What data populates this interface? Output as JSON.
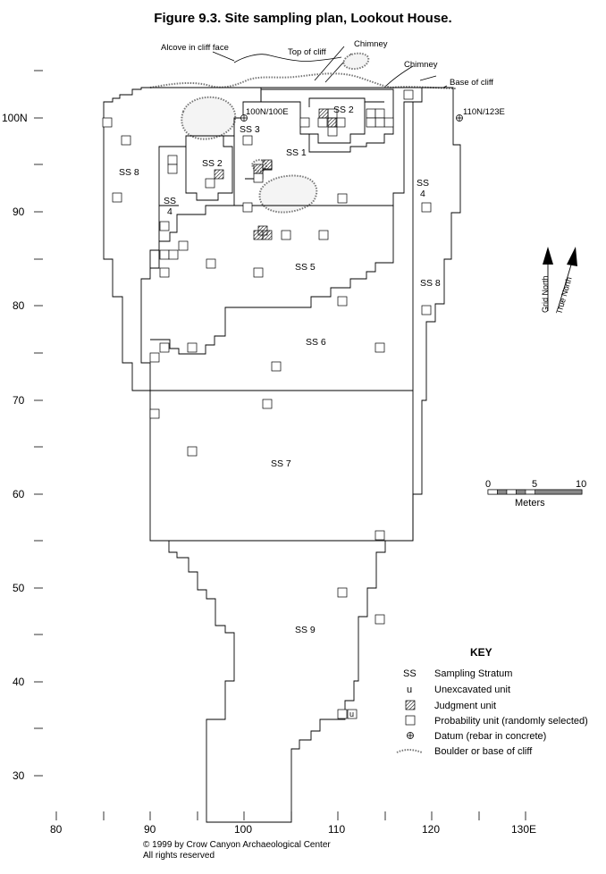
{
  "title": "Figure 9.3.  Site sampling plan, Lookout House.",
  "feature_labels": {
    "alcove": "Alcove in cliff face",
    "top_of_cliff": "Top of cliff",
    "chimney_1": "Chimney",
    "chimney_2": "Chimney",
    "base_of_cliff": "Base of cliff"
  },
  "datums": {
    "datum_1": "100N/100E",
    "datum_2": "110N/123E"
  },
  "y_axis_labels": [
    "100N",
    "90",
    "80",
    "70",
    "60",
    "50",
    "40",
    "30"
  ],
  "x_axis_labels": [
    "80",
    "90",
    "100",
    "110",
    "120",
    "130E"
  ],
  "strata": {
    "ss1": "SS 1",
    "ss2_west": "SS 2",
    "ss2_east": "SS 2",
    "ss3": "SS 3",
    "ss4_west_a": "SS",
    "ss4_west_b": "4",
    "ss4_east_a": "SS",
    "ss4_east_b": "4",
    "ss5": "SS 5",
    "ss6": "SS 6",
    "ss7": "SS 7",
    "ss8_west": "SS 8",
    "ss8_east": "SS 8",
    "ss9": "SS 9"
  },
  "unexcavated_marker": "u",
  "north_arrows": {
    "grid": "Grid North",
    "true": "True North"
  },
  "scale_bar": {
    "ticks": [
      "0",
      "5",
      "10"
    ],
    "unit": "Meters"
  },
  "key": {
    "title": "KEY",
    "items": [
      {
        "symbol": "SS",
        "label": "Sampling Stratum"
      },
      {
        "symbol": "u",
        "label": "Unexcavated unit"
      },
      {
        "symbol": "judgment",
        "label": "Judgment unit"
      },
      {
        "symbol": "probability",
        "label": "Probability unit (randomly selected)"
      },
      {
        "symbol": "datum",
        "label": "Datum (rebar in concrete)"
      },
      {
        "symbol": "boulder",
        "label": "Boulder or base of cliff"
      }
    ]
  },
  "credit": {
    "line1": "© 1999 by Crow Canyon Archaeological Center",
    "line2": "All rights reserved"
  }
}
